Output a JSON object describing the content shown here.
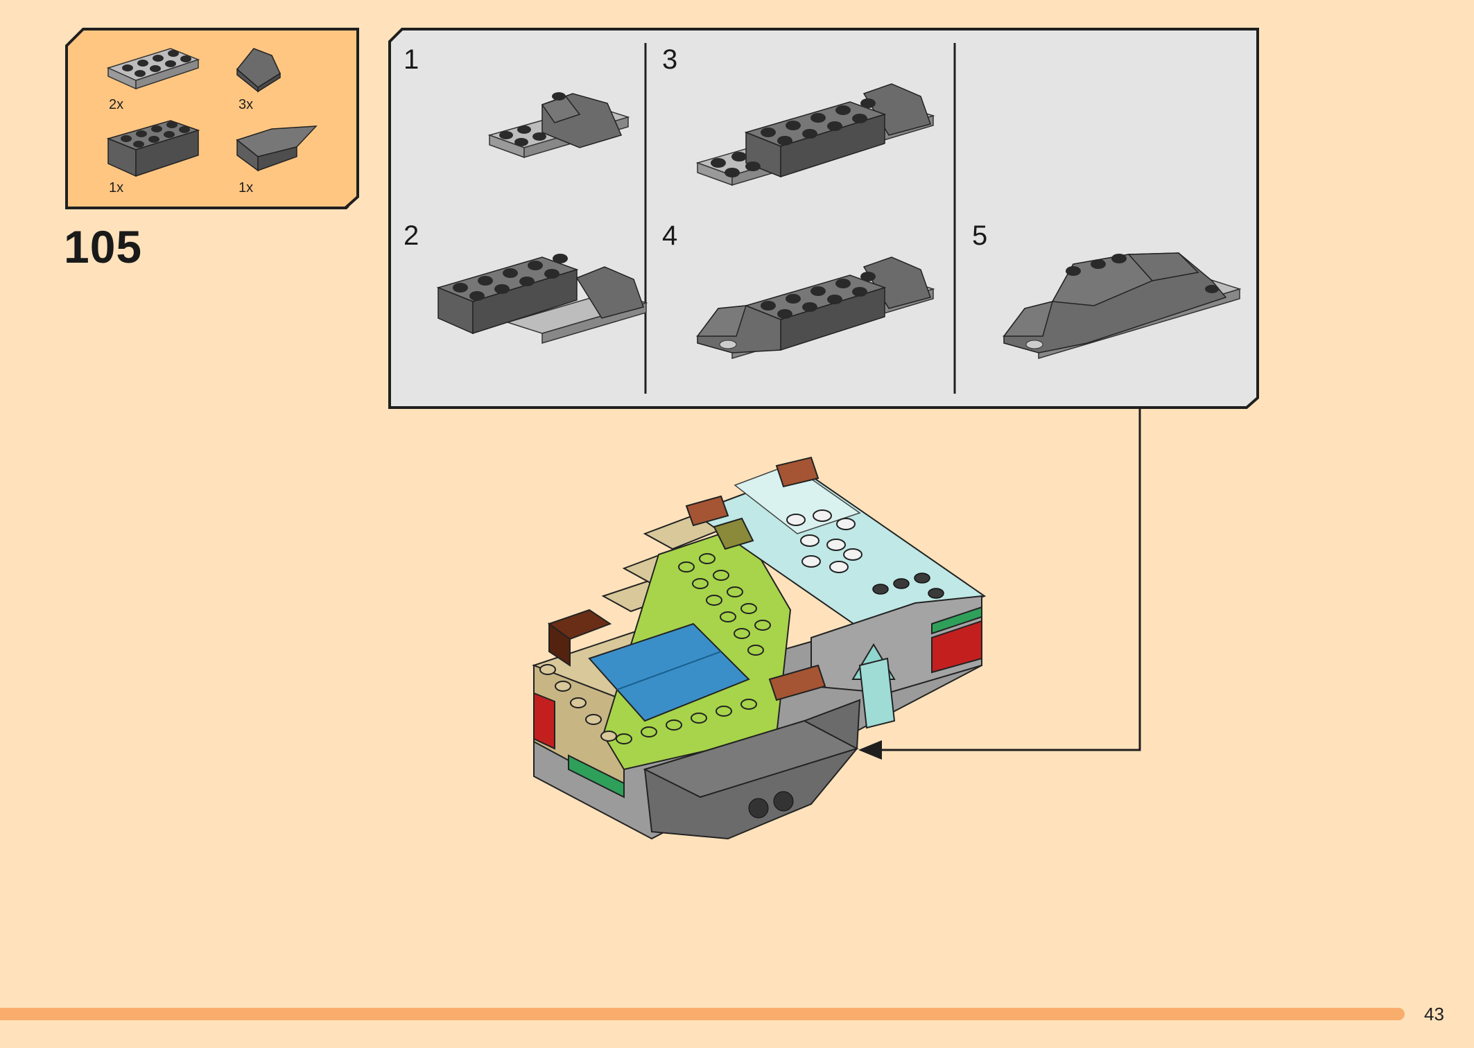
{
  "step": {
    "number": "105"
  },
  "parts": [
    {
      "qty": "2x",
      "icon": "plate-2x4-icon"
    },
    {
      "qty": "3x",
      "icon": "slope-wedge-icon"
    },
    {
      "qty": "1x",
      "icon": "brick-2x4-icon"
    },
    {
      "qty": "1x",
      "icon": "wedge-plate-icon"
    }
  ],
  "substeps": [
    {
      "label": "1"
    },
    {
      "label": "2"
    },
    {
      "label": "3"
    },
    {
      "label": "4"
    },
    {
      "label": "5"
    }
  ],
  "footer": {
    "page_number": "43"
  },
  "colors": {
    "page_bg": "#ffe2bb",
    "parts_box_bg": "#ffc682",
    "substep_panel_bg": "#e4e4e4",
    "footer_bar": "#f9ad6c",
    "dark_grey_brick": "#6b6b6b",
    "light_grey_plate": "#a8a8a8"
  }
}
